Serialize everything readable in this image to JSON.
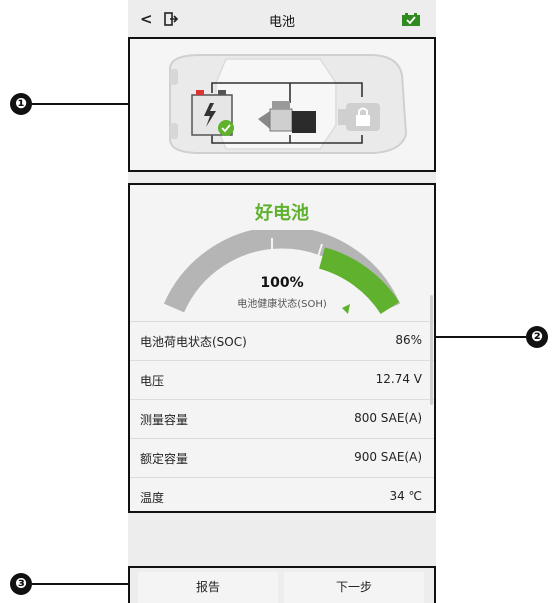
{
  "header": {
    "title": "电池"
  },
  "icons": {
    "back": "chevron-left-icon",
    "exit": "exit-icon",
    "battery_status": "battery-ok-icon"
  },
  "callouts": [
    "❶",
    "❷",
    "❸"
  ],
  "battery_panel": {
    "status": "好电池",
    "soh": {
      "value_text": "100%",
      "label": "电池健康状态(SOH)",
      "fraction": 1.0
    }
  },
  "details": [
    {
      "label": "电池荷电状态(SOC)",
      "value": "86%"
    },
    {
      "label": "电压",
      "value": "12.74 V"
    },
    {
      "label": "测量容量",
      "value": "800 SAE(A)"
    },
    {
      "label": "额定容量",
      "value": "900 SAE(A)"
    },
    {
      "label": "温度",
      "value": "34 ℃"
    }
  ],
  "buttons": {
    "report": "报告",
    "next": "下一步"
  },
  "colors": {
    "good": "#5fb12e",
    "gauge_gray": "#b5b5b5",
    "frame": "#111111"
  }
}
